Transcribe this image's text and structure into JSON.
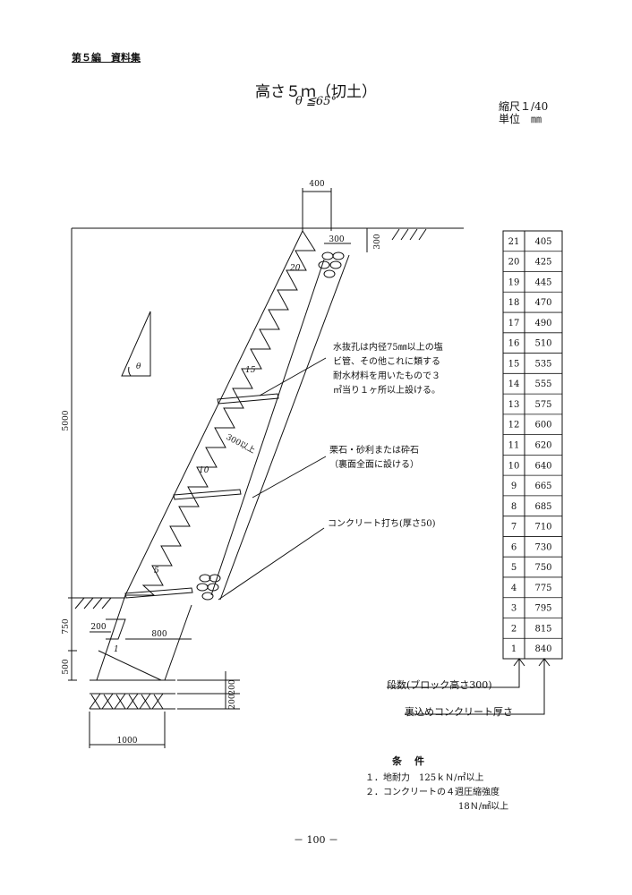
{
  "header": {
    "section": "第５編　資料集"
  },
  "title": "高さ５ｍ（切土）",
  "subtitle": "θ ≦65°",
  "scale": {
    "ratio": "縮尺１/40",
    "unit": "単位　㎜"
  },
  "angle_symbol": "θ",
  "dims": {
    "top_width": "400",
    "top_300h": "300",
    "top_300v": "300",
    "height": "5000",
    "embed": "750",
    "base_h": "500",
    "step_200": "200",
    "back_800": "800",
    "footing_1000": "1000",
    "foundation_200a": "200",
    "foundation_200b": "200",
    "thickness": "300以上"
  },
  "block_marks": [
    "1",
    "5",
    "10",
    "15",
    "20"
  ],
  "notes": {
    "drain_1": "水抜孔は内径75㎜以上の塩",
    "drain_2": "ビ管、その他これに類する",
    "drain_3": "耐水材料を用いたもので３",
    "drain_4": "㎡当り１ヶ所以上設ける。",
    "gravel_1": "栗石・砂利または砕石",
    "gravel_2": "（裏面全面に設ける）",
    "concrete": "コンクリート打ち(厚さ50)"
  },
  "table": {
    "rows": [
      {
        "step": "21",
        "thickness": "405"
      },
      {
        "step": "20",
        "thickness": "425"
      },
      {
        "step": "19",
        "thickness": "445"
      },
      {
        "step": "18",
        "thickness": "470"
      },
      {
        "step": "17",
        "thickness": "490"
      },
      {
        "step": "16",
        "thickness": "510"
      },
      {
        "step": "15",
        "thickness": "535"
      },
      {
        "step": "14",
        "thickness": "555"
      },
      {
        "step": "13",
        "thickness": "575"
      },
      {
        "step": "12",
        "thickness": "600"
      },
      {
        "step": "11",
        "thickness": "620"
      },
      {
        "step": "10",
        "thickness": "640"
      },
      {
        "step": "9",
        "thickness": "665"
      },
      {
        "step": "8",
        "thickness": "685"
      },
      {
        "step": "7",
        "thickness": "710"
      },
      {
        "step": "6",
        "thickness": "730"
      },
      {
        "step": "5",
        "thickness": "750"
      },
      {
        "step": "4",
        "thickness": "775"
      },
      {
        "step": "3",
        "thickness": "795"
      },
      {
        "step": "2",
        "thickness": "815"
      },
      {
        "step": "1",
        "thickness": "840"
      }
    ],
    "label_steps": "段数(ブロック高さ300)",
    "label_thickness": "裏込めコンクリート厚さ"
  },
  "conditions": {
    "title": "条件",
    "item1": "１．地耐力　125ｋＮ/㎡以上",
    "item2": "２．コンクリートの４週圧縮強度",
    "item2b": "18Ｎ/㎟以上"
  },
  "page_number": "－ 100 －"
}
